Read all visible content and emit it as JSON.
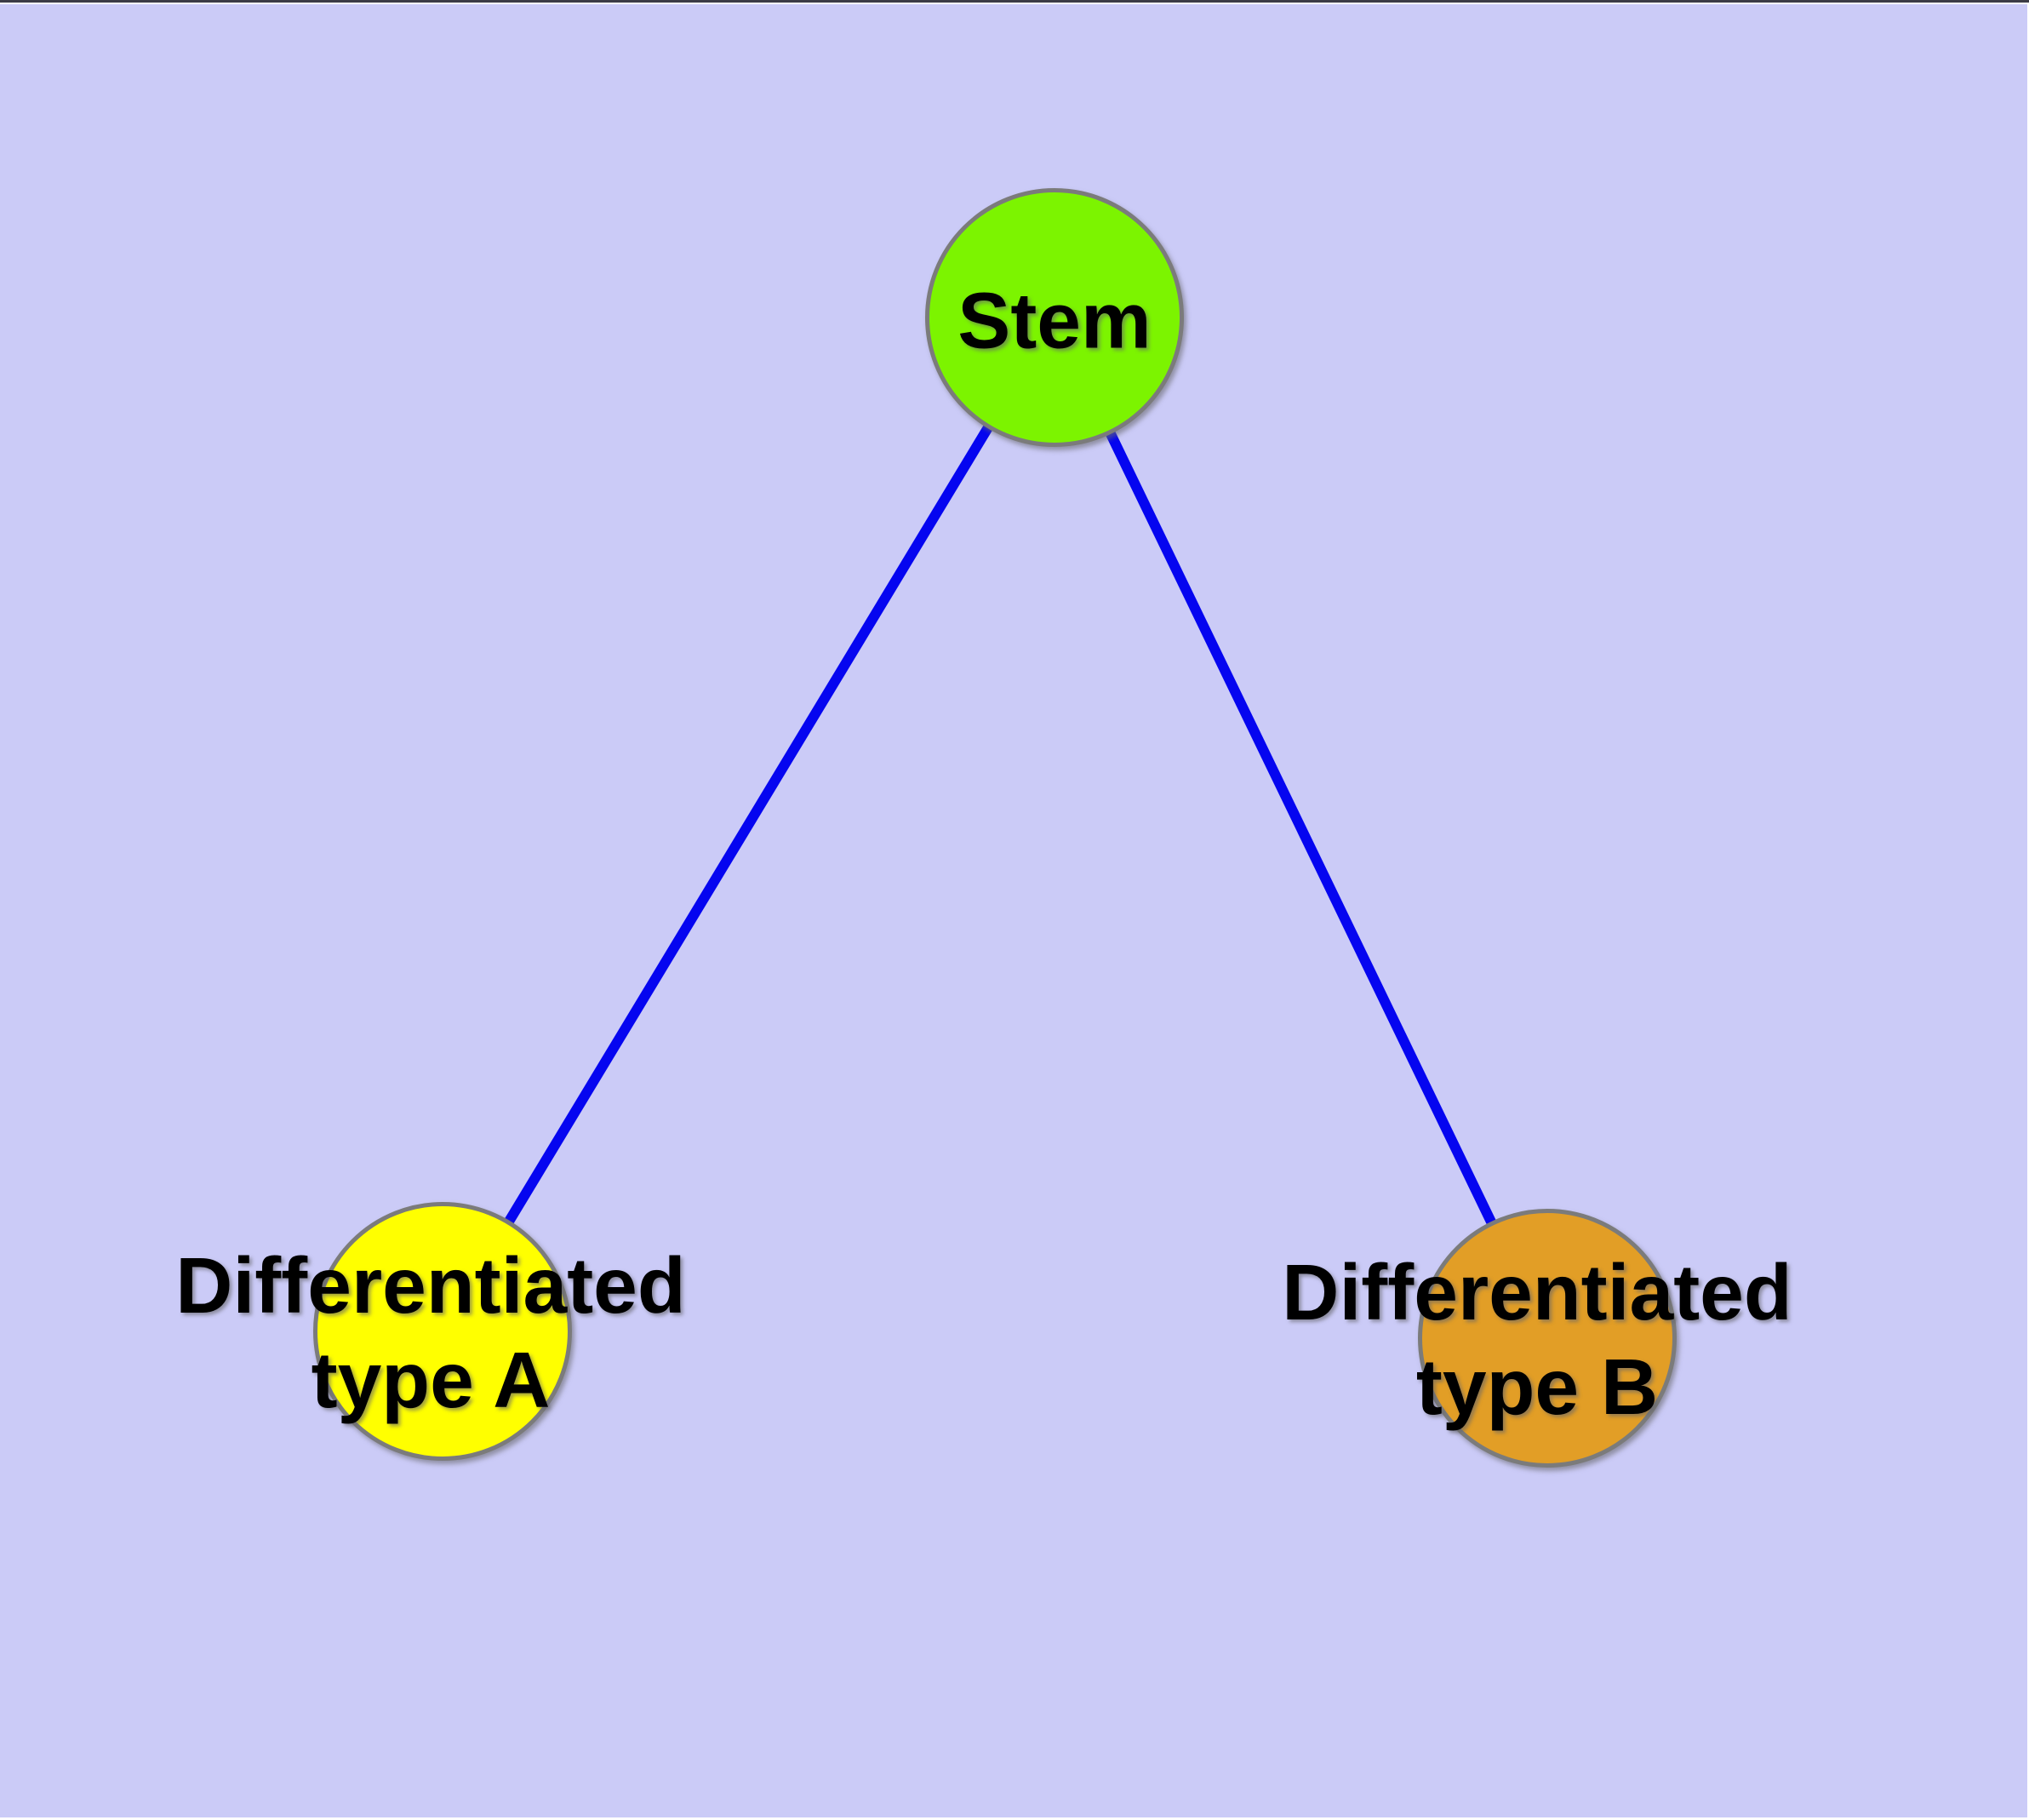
{
  "figure": {
    "background_color": "#CBCBF7",
    "frame_top_color": "#3C3C46",
    "edge_color": "#0505F0",
    "edge_width": 12,
    "node_border_color": "#7B7B7B",
    "text_color": "#000000",
    "nodes": {
      "stem": {
        "label": "Stem",
        "fill": "#7CF400"
      },
      "type_a": {
        "label_line1": "Differentiated",
        "label_line2": "type A",
        "fill": "#FFFF00"
      },
      "type_b": {
        "label_line1": "Differentiated",
        "label_line2": "type B",
        "fill": "#E29E26"
      }
    },
    "edges": [
      {
        "from": "stem",
        "to": "type_a"
      },
      {
        "from": "stem",
        "to": "type_b"
      }
    ]
  }
}
